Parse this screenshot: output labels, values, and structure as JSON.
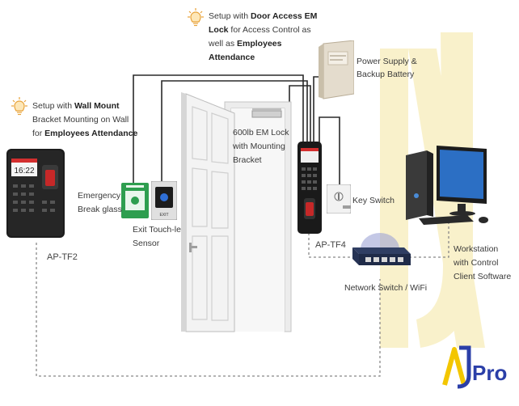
{
  "notes": {
    "door_access": {
      "prefix": "Setup with ",
      "bold1": "Door Access EM",
      "line2_bold": "Lock",
      "line2_rest": " for Access Control as",
      "line3_rest": "well as ",
      "line3_bold": "Employees",
      "line4_bold": "Attendance"
    },
    "wall_mount": {
      "prefix": "Setup with ",
      "bold1": "Wall Mount",
      "line2": "Bracket Mounting on Wall",
      "line3_rest": "for ",
      "line3_bold": "Employees Attendance"
    }
  },
  "labels": {
    "power_supply_1": "Power Supply &",
    "power_supply_2": "Backup Battery",
    "em_lock_1": "600lb EM Lock",
    "em_lock_2": "with Mounting",
    "em_lock_3": "Bracket",
    "emergency_1": "Emergency",
    "emergency_2": "Break glass",
    "exit_1": "Exit Touch-less",
    "exit_2": "Sensor",
    "key_switch": "Key Switch",
    "ap_tf4": "AP-TF4",
    "ap_tf2": "AP-TF2",
    "network_switch": "Network Switch / WiFi",
    "workstation_1": "Workstation",
    "workstation_2": "with Control",
    "workstation_3": "Client Software"
  },
  "device_text": {
    "tf2_clock": "16:22",
    "exit_sign": "EXIT"
  },
  "logo": {
    "text": "AJPro",
    "primary": "#2b3fa8",
    "accent": "#f3c600"
  },
  "colors": {
    "wire": "#2a2a2a",
    "dotted": "#777777",
    "watermark": "#f6e69a"
  }
}
